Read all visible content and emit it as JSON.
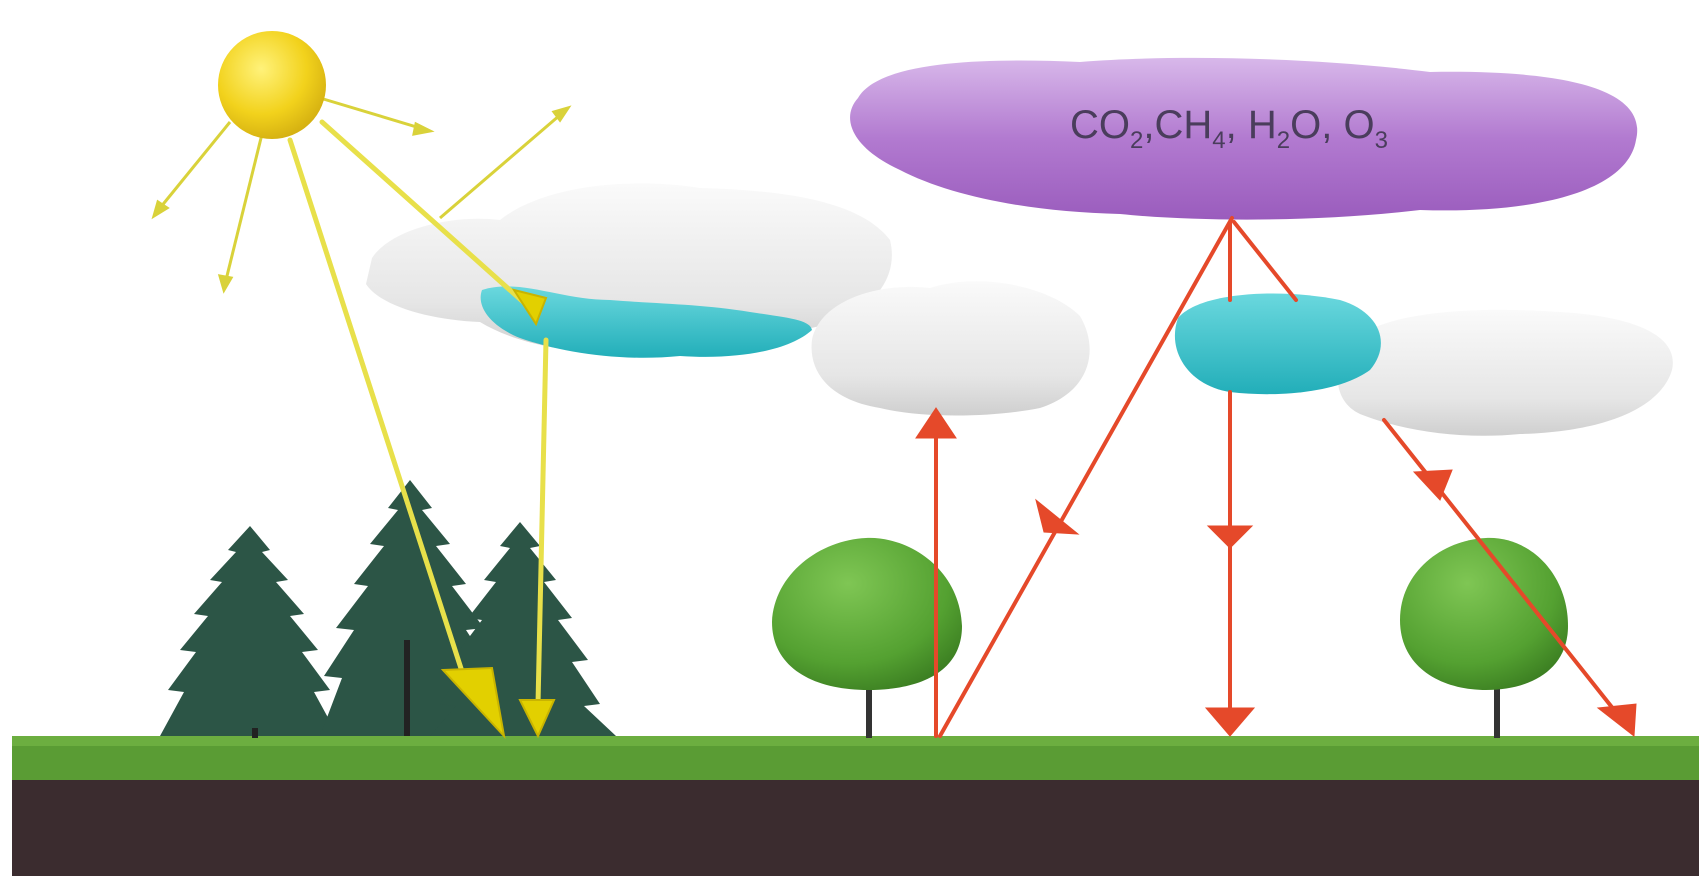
{
  "colors": {
    "sky": "#ffffff",
    "sun": "#f2d21c",
    "sun_rays": "#d9d23a",
    "solar_arrow": "#e8e04a",
    "cloud_white": "#ebebeb",
    "cloud_water": "#38c3cc",
    "greenhouse_cloud": "#b27ad0",
    "infrared_arrow": "#e5492a",
    "conifer": "#2c5546",
    "deciduous": "#54a131",
    "trunk": "#333333",
    "grass": "#5a9c34",
    "soil": "#3b2c2f"
  },
  "gases": {
    "co2": "CO",
    "co2_sub": "2",
    "ch4": "CH",
    "ch4_sub": "4",
    "h2o_h": "H",
    "h2o_sub": "2",
    "h2o_o": "O",
    "o3": "O",
    "o3_sub": "3"
  },
  "icons": {
    "sun": "sun-icon",
    "greenhouse_cloud": "greenhouse-gas-cloud",
    "cloud": "cloud-icon",
    "conifer": "conifer-tree-icon",
    "deciduous": "deciduous-tree-icon",
    "arrow": "arrow-icon"
  }
}
